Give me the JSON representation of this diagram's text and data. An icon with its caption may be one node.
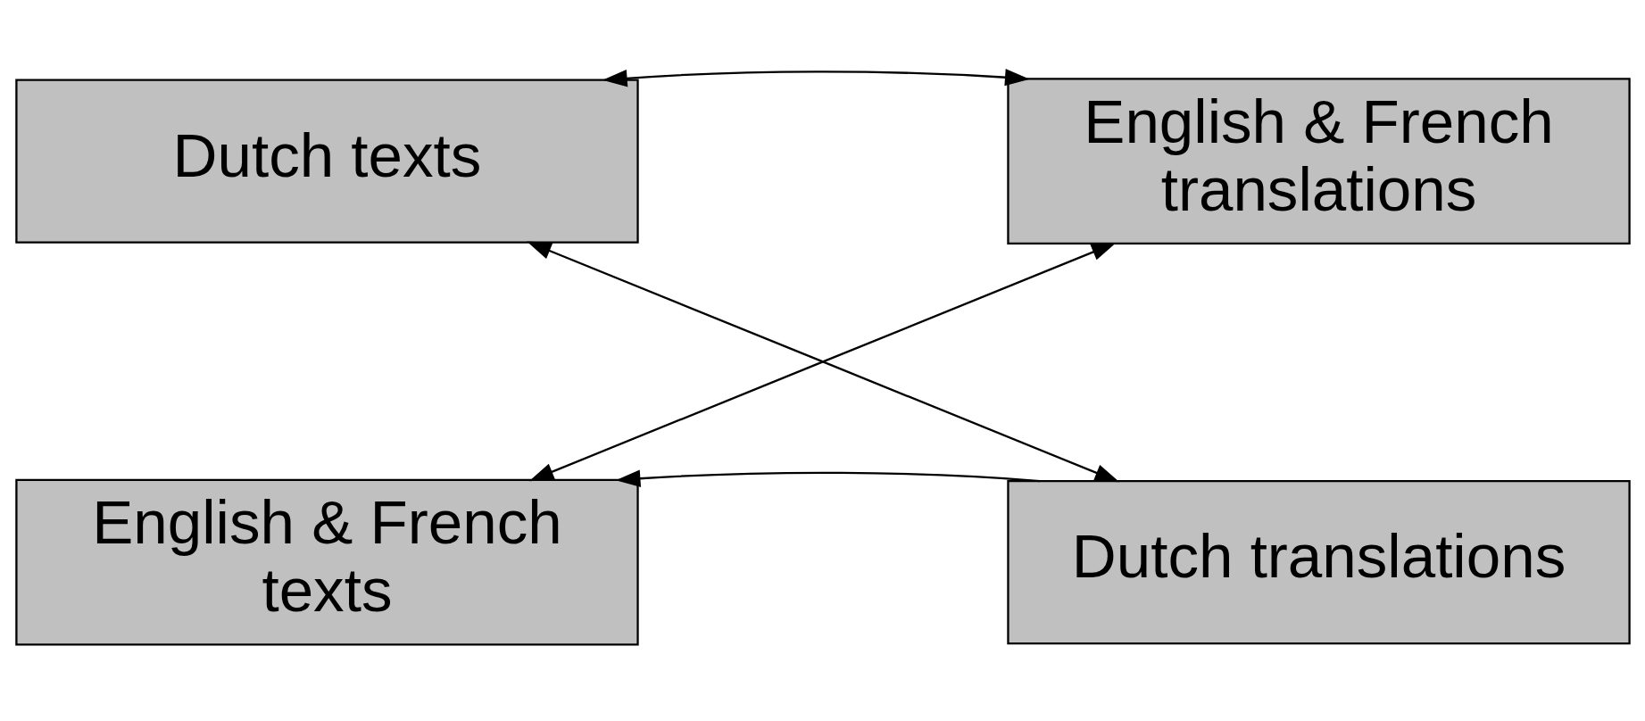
{
  "diagram": {
    "nodes": [
      {
        "text": [
          "Dutch texts"
        ]
      },
      {
        "text": [
          "English & French translations"
        ]
      },
      {
        "text": [
          "English & French texts"
        ]
      },
      {
        "text": [
          "Dutch translations"
        ]
      }
    ],
    "edges": [
      {
        "from": 0,
        "to": 1,
        "arrow": "both"
      },
      {
        "from": 0,
        "to": 3,
        "arrow": "both"
      },
      {
        "from": 2,
        "to": 1,
        "arrow": "both"
      },
      {
        "from": 3,
        "to": 2,
        "arrow": "to"
      }
    ]
  }
}
